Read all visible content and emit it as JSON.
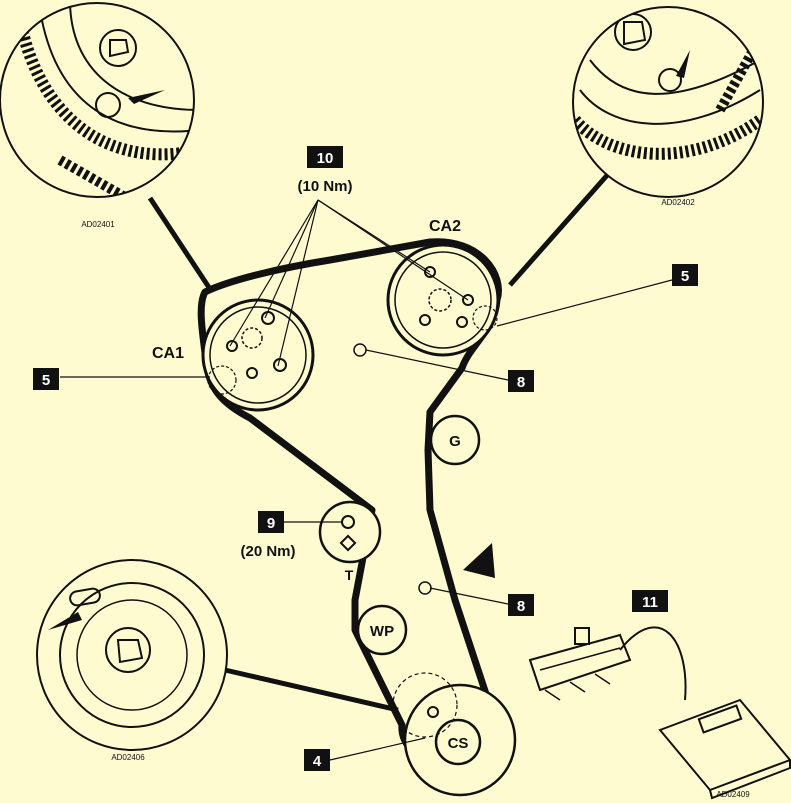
{
  "colors": {
    "background": "#fffbd0",
    "ink": "#111111",
    "box": "#111111",
    "box_text": "#ffffff"
  },
  "callouts": {
    "c10": {
      "num": "10",
      "torque": "(10 Nm)"
    },
    "c9": {
      "num": "9",
      "torque": "(20 Nm)"
    },
    "c5_left": "5",
    "c5_right": "5",
    "c8_upper": "8",
    "c8_lower": "8",
    "c4": "4",
    "c11": "11"
  },
  "components": {
    "ca1": "CA1",
    "ca2": "CA2",
    "g": "G",
    "t": "T",
    "wp": "WP",
    "cs": "CS"
  },
  "detail_captions": {
    "top_left": "AD02401",
    "top_right": "AD02402",
    "bottom_left": "AD02406",
    "bottom_right": "AD02409"
  },
  "icons": [
    "warning-triangle-icon",
    "arrow-icon",
    "timing-gauge-icon"
  ]
}
